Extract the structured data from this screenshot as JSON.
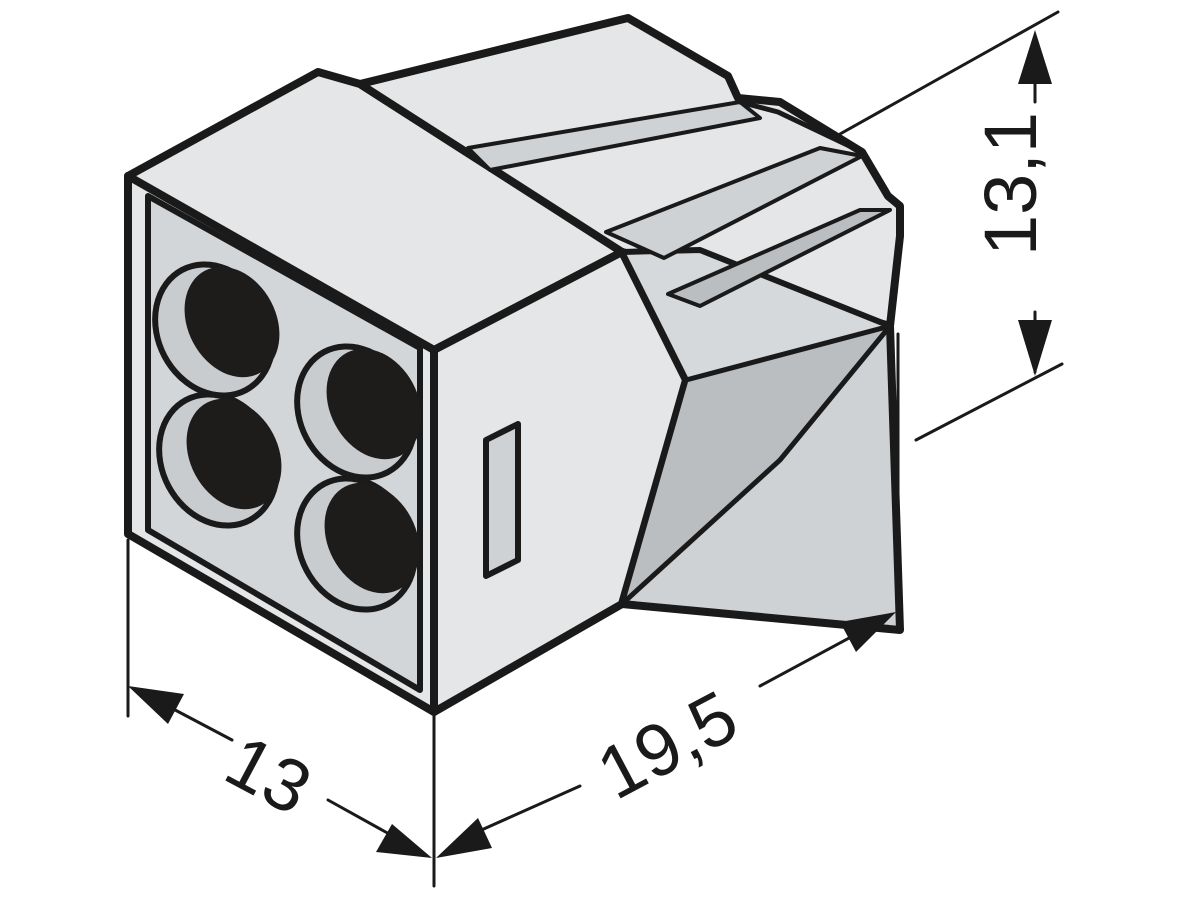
{
  "dimensions": {
    "width": "13",
    "length": "19,5",
    "height": "13,1"
  },
  "colors": {
    "body_light": "#e4e6e7",
    "body_mid": "#cfd2d4",
    "body_shade": "#babec1",
    "outline": "#1a1a1a",
    "hole": "#1e1b1b",
    "background": "#ffffff"
  }
}
